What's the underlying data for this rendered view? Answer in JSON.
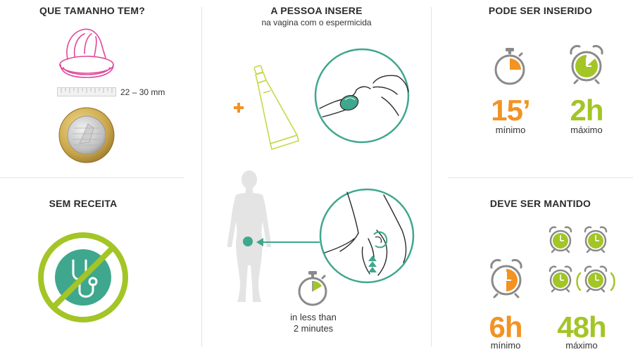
{
  "size": {
    "title": "QUE TAMANHO TEM?",
    "dimension": "22 – 30 mm"
  },
  "prescription": {
    "title": "SEM RECEITA"
  },
  "insertion": {
    "title": "A PESSOA INSERE",
    "subtitle": "na vagina com o espermicida",
    "time_label_line1": "in less than",
    "time_label_line2": "2 minutes"
  },
  "can_insert": {
    "title": "PODE SER INSERIDO",
    "min_value": "15’",
    "min_label": "mínimo",
    "max_value": "2h",
    "max_label": "máximo"
  },
  "must_keep": {
    "title": "DEVE SER MANTIDO",
    "min_value": "6h",
    "min_label": "mínimo",
    "max_value": "48h",
    "max_label": "máximo"
  },
  "colors": {
    "orange": "#f29322",
    "green": "#a3c526",
    "teal": "#3fa78d",
    "pink": "#e0489a",
    "lime": "#c6d84a",
    "gray": "#8a8a8a"
  }
}
